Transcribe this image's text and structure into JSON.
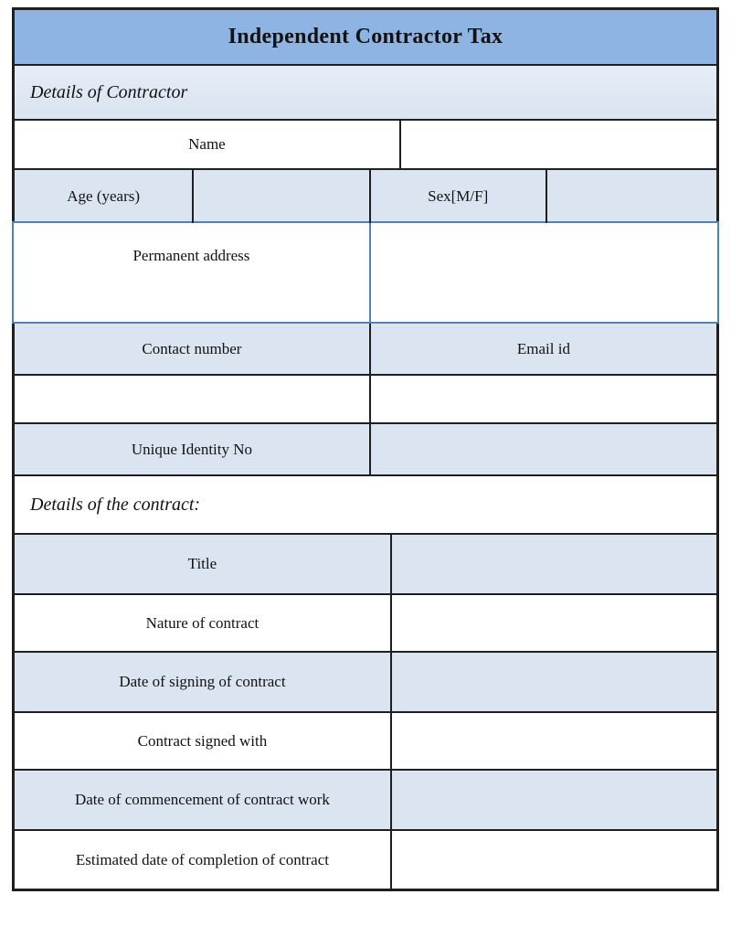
{
  "header": {
    "title": "Independent Contractor Tax"
  },
  "sections": {
    "contractor": "Details of Contractor",
    "contract": "Details of the contract:"
  },
  "labels": {
    "name": "Name",
    "age": "Age (years)",
    "sex": "Sex[M/F]",
    "permanent_address": "Permanent address",
    "contact_number": "Contact number",
    "email_id": "Email id",
    "unique_identity_no": "Unique Identity No",
    "title": "Title",
    "nature_of_contract": "Nature of contract",
    "date_of_signing": "Date of signing of contract",
    "contract_signed_with": "Contract signed with",
    "date_of_commencement": "Date of commencement of contract work",
    "estimated_completion": "Estimated date of completion of contract"
  },
  "values": {
    "name": "",
    "age": "",
    "sex": "",
    "permanent_address": "",
    "contact_number": "",
    "email_id": "",
    "unique_identity_no": "",
    "title": "",
    "nature_of_contract": "",
    "date_of_signing": "",
    "contract_signed_with": "",
    "date_of_commencement": "",
    "estimated_completion": ""
  },
  "colors": {
    "header_bg": "#8db4e3",
    "cell_bg_light": "#dbe5f1",
    "border_dark": "#1f1f1f",
    "border_accent_blue": "#4f81bd",
    "text_color": "#121212"
  }
}
